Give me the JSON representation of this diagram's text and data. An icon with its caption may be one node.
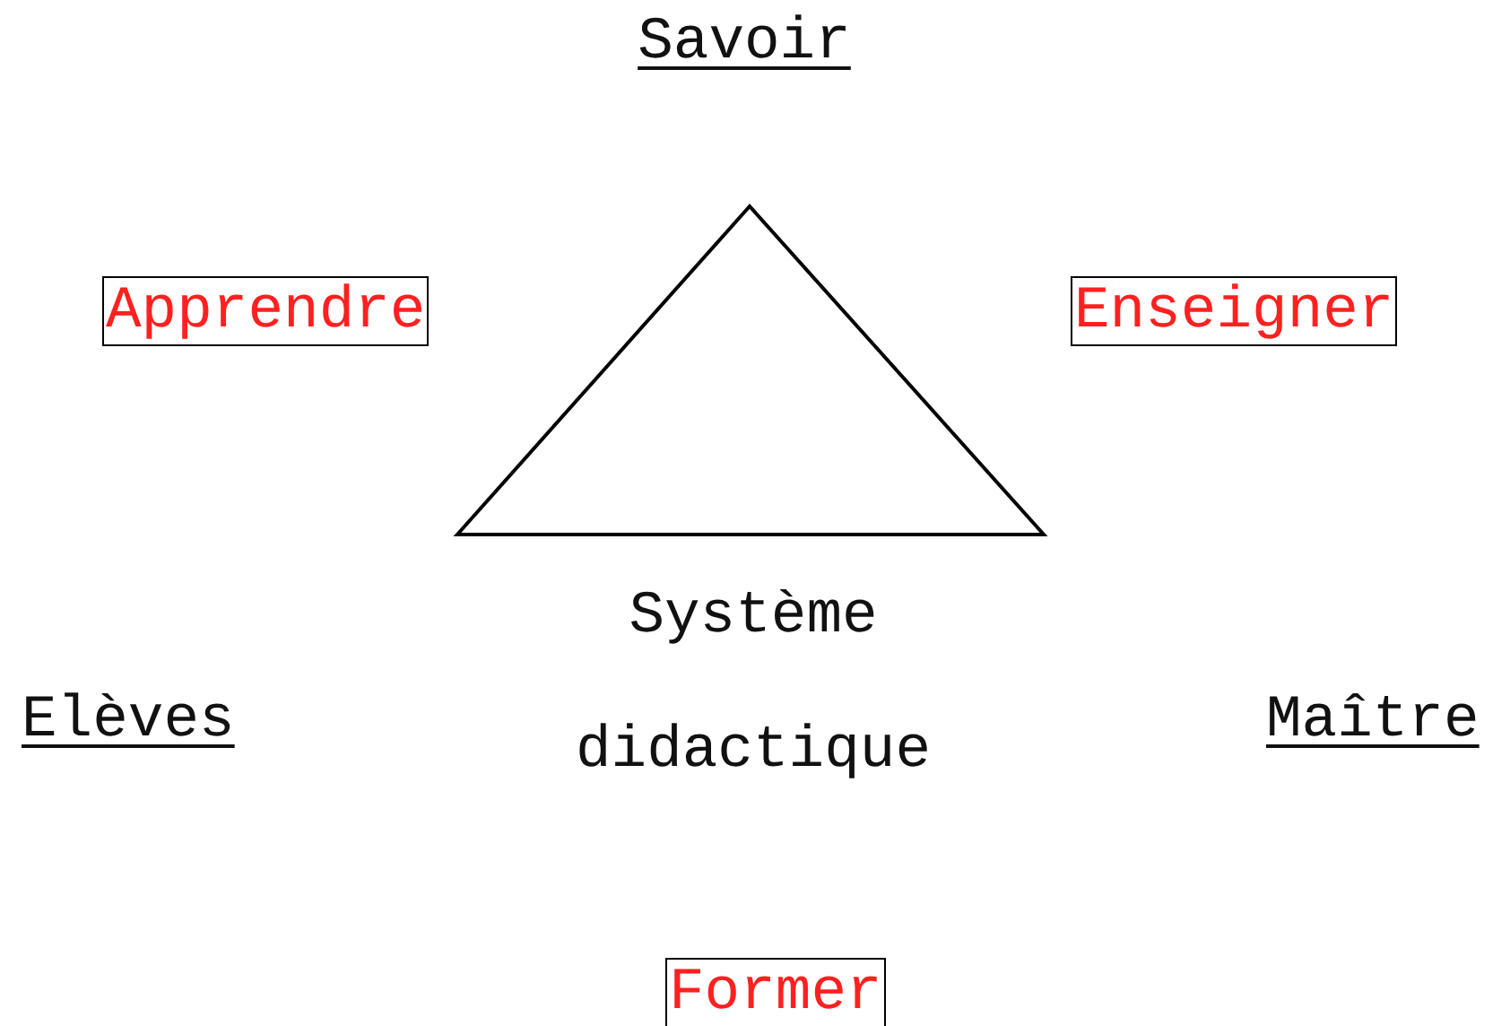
{
  "diagram": {
    "nodes": [
      {
        "text": [
          "Apprendre"
        ]
      },
      {
        "text": [
          "Enseigner"
        ]
      },
      {
        "text": [],
        "shape": "triangle",
        "beside": [
          "Système didactique"
        ]
      },
      {
        "text": [
          "Former"
        ]
      }
    ],
    "labels": [
      "Savoir",
      "Elèves",
      "Maître"
    ]
  }
}
